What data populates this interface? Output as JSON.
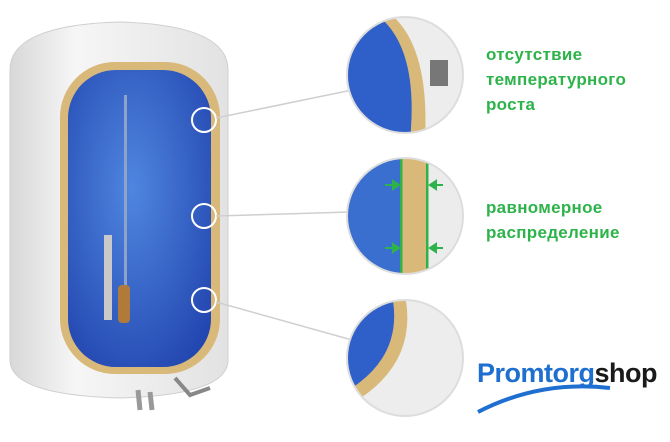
{
  "callouts": [
    {
      "label_lines": [
        "отсутствие",
        "температурного",
        "роста"
      ]
    },
    {
      "label_lines": [
        "равномерное",
        "распределение"
      ]
    }
  ],
  "logo": {
    "part1": "Promtorg",
    "part2": "shop"
  },
  "colors": {
    "label": "#2db34a",
    "water": "#2f5fc9",
    "insulation": "#d9b97a",
    "logo_blue": "#1e6fd0"
  }
}
